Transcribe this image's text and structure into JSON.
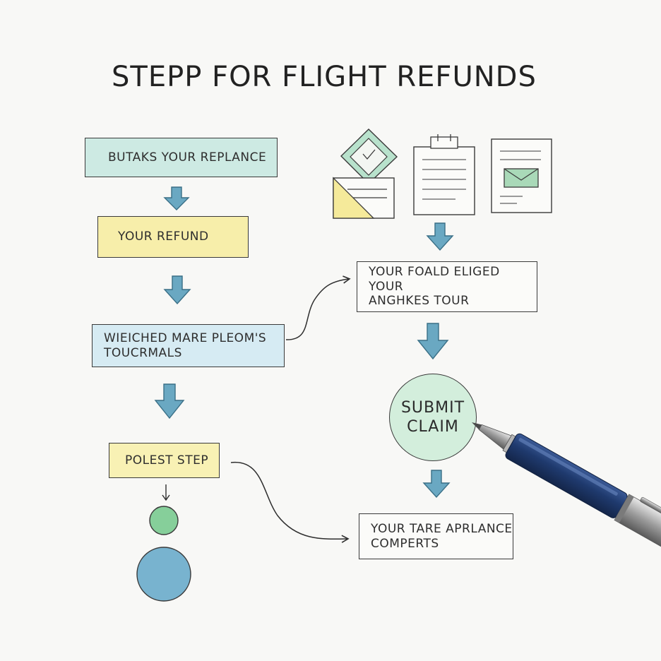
{
  "title": "STEPP FOR FLIGHT REFUNDS",
  "left_flow": [
    {
      "lines": [
        "BUTAKS YOUR REPLANCE"
      ]
    },
    {
      "lines": [
        "YOUR REFUND"
      ]
    },
    {
      "lines": [
        "WIEICHED MARE PLEOM'S",
        "TOUCRMALS"
      ]
    },
    {
      "lines": [
        "POLEST STEP"
      ]
    }
  ],
  "right_flow": [
    {
      "lines": [
        "YOUR FOALD ELIGED YOUR",
        "ANGHKES TOUR"
      ]
    },
    {
      "lines": [
        "SUBMIT",
        "CLAIM"
      ]
    },
    {
      "lines": [
        "YOUR TARE APRLANCE",
        "COMPERTS"
      ]
    }
  ],
  "icons": [
    "boarding-pass-icon",
    "clipboard-document-icon",
    "email-document-icon",
    "pen-icon"
  ],
  "colors": {
    "teal_box": "#cdeae3",
    "yellow_box": "#f7eeaa",
    "blue_box": "#d6ebf3",
    "green_circle": "#d3eedc",
    "arrow_blue": "#6aa8c2",
    "pen_blue": "#1f3a6e"
  }
}
